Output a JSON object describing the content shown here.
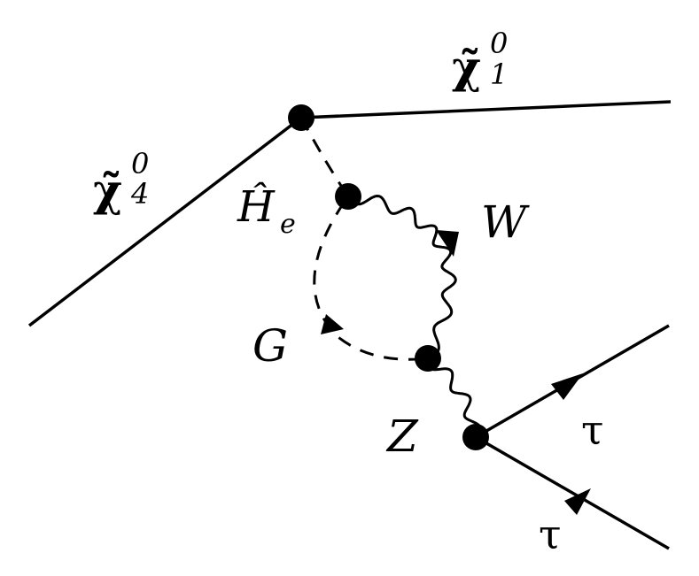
{
  "diagram": {
    "type": "feynman-diagram",
    "labels": {
      "chi_out": {
        "symbol": "χ̃",
        "sup": "0",
        "sub": "1"
      },
      "chi_in": {
        "symbol": "χ̃",
        "sup": "0",
        "sub": "4"
      },
      "higgsino": {
        "symbol": "Ĥ",
        "sub": "e"
      },
      "w_boson": "W",
      "goldstone": "G",
      "z_boson": "Z",
      "tau_upper": "τ",
      "tau_lower": "τ"
    },
    "colors": {
      "line": "#000000",
      "background": "#ffffff"
    }
  }
}
